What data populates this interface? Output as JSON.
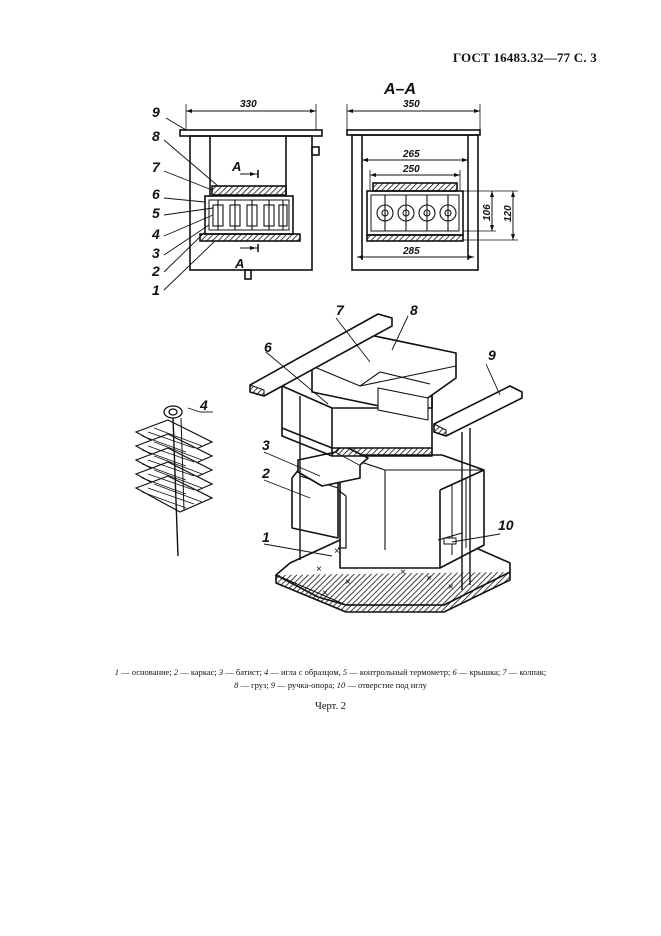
{
  "header": "ГОСТ 16483.32—77 С. 3",
  "section_title": "А–А",
  "section_marker": "А",
  "dims": {
    "front_width": "330",
    "section_width": "350",
    "inner_265": "265",
    "inner_250": "250",
    "bottom_285": "285",
    "height_106": "106",
    "height_120": "120"
  },
  "callouts_front": [
    "9",
    "8",
    "7",
    "6",
    "5",
    "4",
    "3",
    "2",
    "1"
  ],
  "callouts_iso": [
    "7",
    "8",
    "6",
    "9",
    "3",
    "2",
    "1",
    "10"
  ],
  "callout_needle": "4",
  "caption": {
    "items": [
      {
        "num": "1",
        "text": " — основание; "
      },
      {
        "num": "2",
        "text": " — каркас; "
      },
      {
        "num": "3",
        "text": " — батист; "
      },
      {
        "num": "4",
        "text": " — игла с образцом, "
      },
      {
        "num": "5",
        "text": " — контрольный термометр; "
      },
      {
        "num": "6",
        "text": " — крышка; "
      },
      {
        "num": "7",
        "text": " — колпак;"
      },
      {
        "num": "8",
        "text": " — груз; "
      },
      {
        "num": "9",
        "text": " — ручка-опора; "
      },
      {
        "num": "10",
        "text": " — отверстие под иглу"
      }
    ]
  },
  "figure_label": "Черт. 2"
}
